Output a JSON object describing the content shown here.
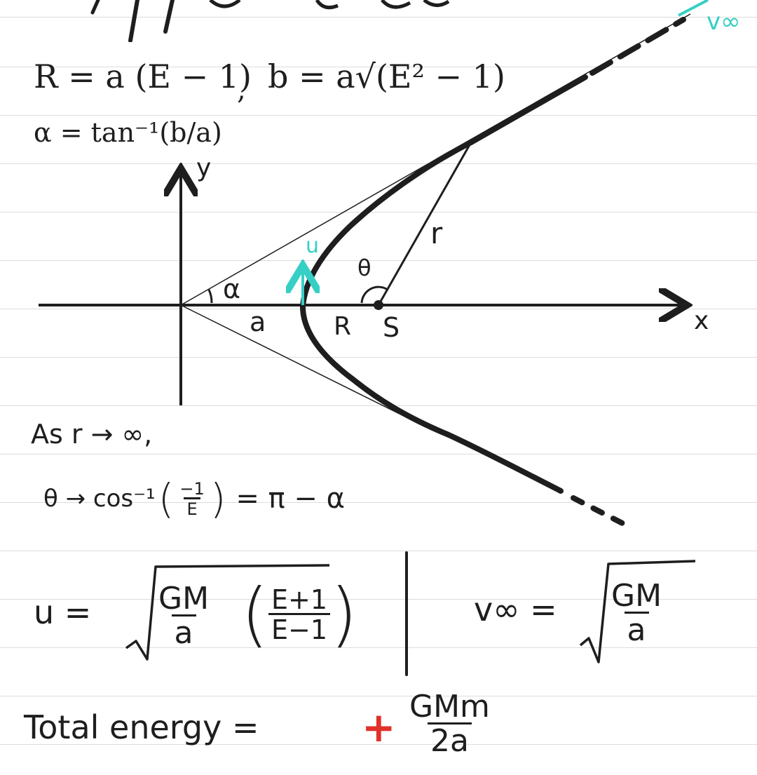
{
  "colors": {
    "ink": "#1e1e1e",
    "accent_teal": "#36cfc5",
    "accent_red": "#e0312a",
    "rule": "#dcdcdc"
  },
  "relations": {
    "R": "R = a (E − 1)",
    "separator": ",",
    "b": "b = a√(E² − 1)",
    "alpha": "α = tan⁻¹(b/a)"
  },
  "diagram": {
    "axis_x": "x",
    "axis_y": "y",
    "angle_alpha": "α",
    "seg_a": "a",
    "seg_R": "R",
    "point_S": "S",
    "angle_theta": "θ",
    "radius_r": "r",
    "velocity_u": "u",
    "velocity_v_inf": "v∞"
  },
  "limit": {
    "line1": "As r → ∞,",
    "theta": "θ → cos⁻¹",
    "frac_num": "−1",
    "frac_den": "E",
    "result": "= π − α"
  },
  "u_formula": {
    "lhs": "u =",
    "gm": "GM",
    "a": "a",
    "e_plus": "E+1",
    "e_minus": "E−1"
  },
  "vinf_formula": {
    "lhs": "v∞ =",
    "gm": "GM",
    "a": "a"
  },
  "energy": {
    "label": "Total energy =",
    "sign": "+",
    "num": "GMm",
    "den": "2a"
  }
}
